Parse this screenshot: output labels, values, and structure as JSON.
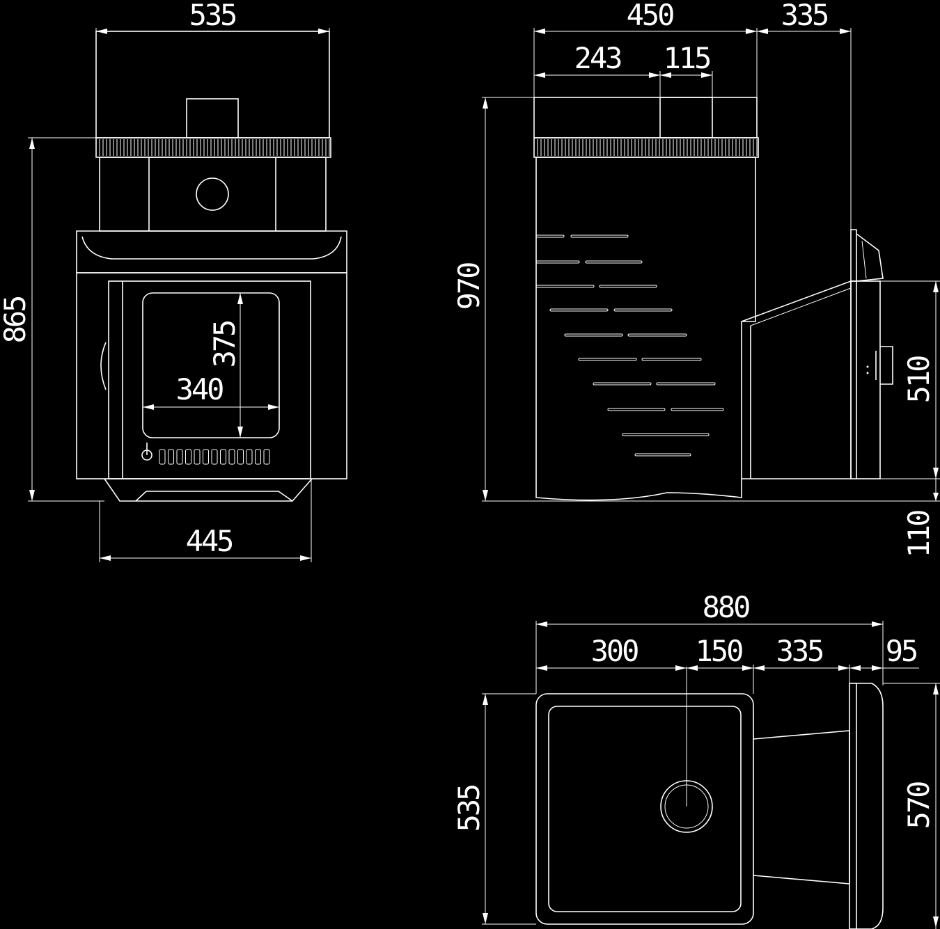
{
  "colors": {
    "background": "#000000",
    "lines": "#ffffff"
  },
  "dimensions": {
    "front_top_width": "535",
    "front_height": "865",
    "front_bottom_width": "445",
    "glass_width": "340",
    "glass_height": "375",
    "side_body_depth": "450",
    "side_tank_depth": "335",
    "side_chimney_offset": "243",
    "side_chimney_width": "115",
    "side_height": "970",
    "side_door_height": "510",
    "side_leg_height": "110",
    "top_total_length": "880",
    "top_seg_1": "300",
    "top_seg_2": "150",
    "top_seg_3": "335",
    "top_seg_4": "95",
    "top_body_width": "535",
    "top_door_width": "570"
  }
}
